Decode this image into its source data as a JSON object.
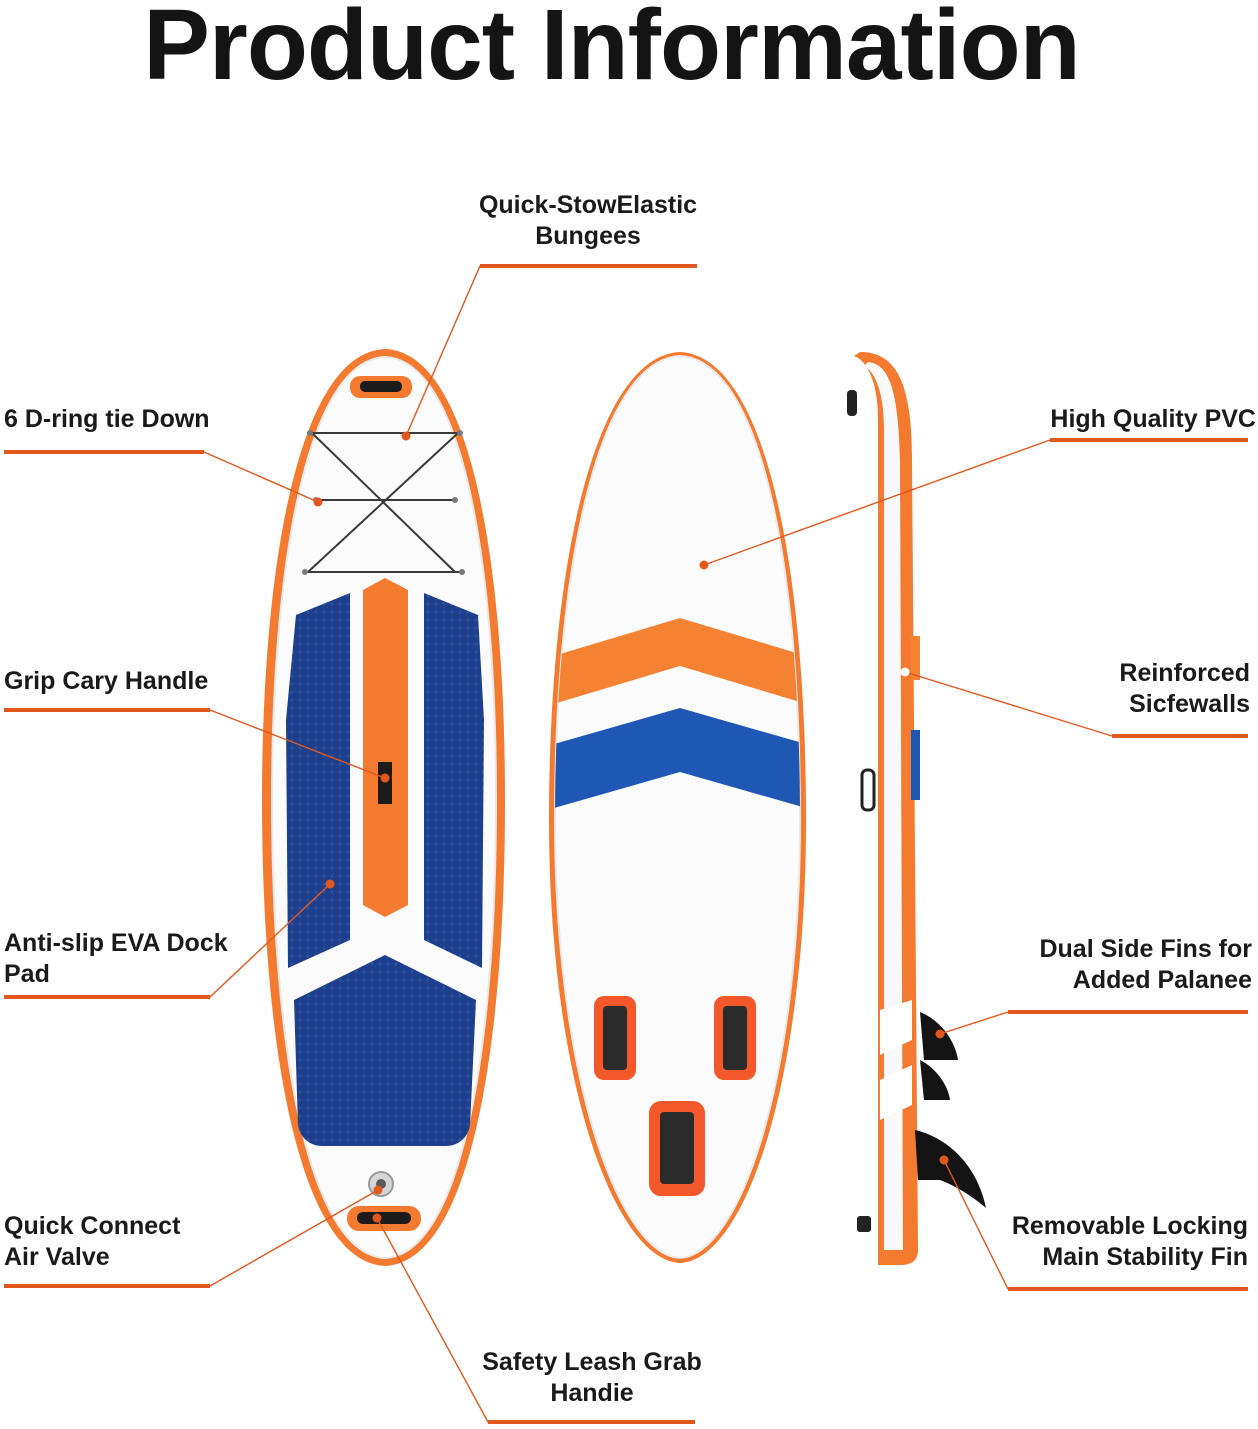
{
  "title": "Product Information",
  "colors": {
    "accent": "#e2571e",
    "board_orange": "#f47a30",
    "pad_navy": "#1e3f8c",
    "stripe_blue": "#1f57b5",
    "text": "#1a1a1a"
  },
  "callouts": {
    "bungees": {
      "line1": "Quick-StowElastic",
      "line2": "Bungees"
    },
    "dring": {
      "line1": "6 D-ring tie Down"
    },
    "pvc": {
      "line1": "High Quality PVC"
    },
    "handle": {
      "line1": "Grip Cary Handle"
    },
    "sidewalls": {
      "line1": "Reinforced",
      "line2": "Sicfewalls"
    },
    "pad": {
      "line1": "Anti-slip EVA Dock",
      "line2": "Pad"
    },
    "sidefins": {
      "line1": "Dual Side Fins for",
      "line2": "Added Palanee"
    },
    "valve": {
      "line1": "Quick Connect",
      "line2": "Air Valve"
    },
    "mainfin": {
      "line1": "Removable Locking",
      "line2": "Main Stability Fin"
    },
    "leash": {
      "line1": "Safety Leash Grab",
      "line2": "Handie"
    }
  },
  "icons": [
    "d-ring-icon",
    "handle-icon",
    "air-valve-icon",
    "fin-icon"
  ]
}
